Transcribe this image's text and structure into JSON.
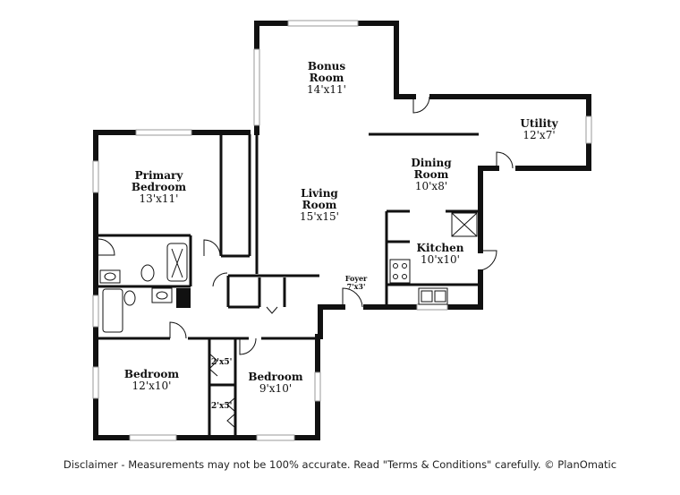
{
  "rooms": {
    "bonus": {
      "name": "Bonus Room",
      "name_line1": "Bonus",
      "name_line2": "Room",
      "dims": "14'x11'"
    },
    "utility": {
      "name": "Utility",
      "dims": "12'x7'"
    },
    "primary": {
      "name_line1": "Primary",
      "name_line2": "Bedroom",
      "dims": "13'x11'"
    },
    "dining": {
      "name_line1": "Dining",
      "name_line2": "Room",
      "dims": "10'x8'"
    },
    "living": {
      "name_line1": "Living",
      "name_line2": "Room",
      "dims": "15'x15'"
    },
    "kitchen": {
      "name": "Kitchen",
      "dims": "10'x10'"
    },
    "foyer": {
      "name": "Foyer",
      "dims": "7'x3'"
    },
    "bedroom_left": {
      "name": "Bedroom",
      "dims": "12'x10'"
    },
    "bedroom_right": {
      "name": "Bedroom",
      "dims": "9'x10'"
    }
  },
  "closets": [
    "2'x5'",
    "2'x5'"
  ],
  "disclaimer": "Disclaimer - Measurements may not be 100% accurate. Read \"Terms & Conditions\" carefully. © PlanOmatic",
  "colors": {
    "wall": "#111111",
    "window": "#888888",
    "background": "#ffffff"
  }
}
